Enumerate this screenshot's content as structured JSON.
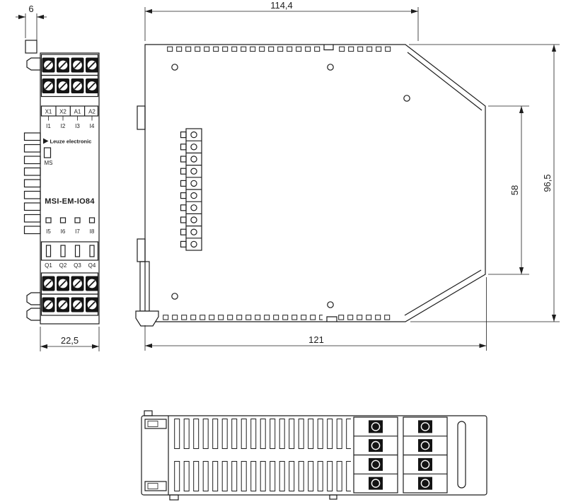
{
  "dimensions": {
    "tab_width": "6",
    "front_width": "22,5",
    "housing_top_width": "114,4",
    "housing_bottom_width": "121",
    "terminal_face_height": "58",
    "total_height": "96,5"
  },
  "front_panel": {
    "terminal_row_top": [
      "X1",
      "X2",
      "A1",
      "A2"
    ],
    "input_row_top": [
      "I1",
      "I2",
      "I3",
      "I4"
    ],
    "brand": "Leuze electronic",
    "status_led_label": "MS",
    "model": "MSI-EM-IO84",
    "input_row_bottom": [
      "I5",
      "I6",
      "I7",
      "I8"
    ],
    "output_row": [
      "Q1",
      "Q2",
      "Q3",
      "Q4"
    ]
  },
  "colors": {
    "line": "#1d1d1d",
    "terminal_fill": "#141414",
    "background": "#ffffff"
  }
}
